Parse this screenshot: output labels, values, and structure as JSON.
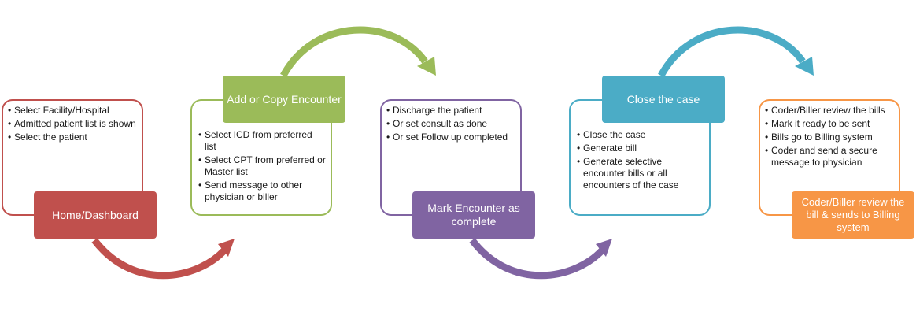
{
  "steps": [
    {
      "title": "Home/Dashboard",
      "color": "#c0504d",
      "items": [
        "Select Facility/Hospital",
        "Admitted patient list is shown",
        "Select the patient"
      ]
    },
    {
      "title": "Add or Copy Encounter",
      "color": "#9bbb59",
      "items": [
        "Select ICD from preferred list",
        "Select  CPT from preferred or Master list",
        "Send message to other physician or biller"
      ]
    },
    {
      "title": "Mark Encounter as complete",
      "color": "#8064a2",
      "items": [
        "Discharge the patient",
        "Or set consult as done",
        "Or set Follow up completed"
      ]
    },
    {
      "title": "Close the case",
      "color": "#4bacc6",
      "items": [
        "Close the case",
        "Generate bill",
        "Generate selective encounter bills or all encounters of the case"
      ]
    },
    {
      "title": "Coder/Biller review the bill & sends to Billing system",
      "color": "#f79646",
      "items": [
        "Coder/Biller review  the bills",
        "Mark it ready to be sent",
        "Bills go to Billing system",
        "Coder and send a secure message to physician"
      ]
    }
  ],
  "bullet": "•"
}
